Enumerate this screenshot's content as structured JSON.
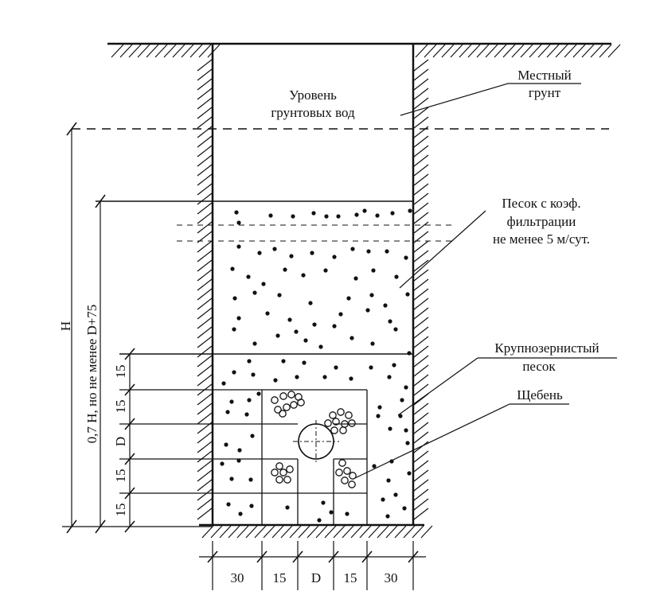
{
  "labels": {
    "groundwater": {
      "line1": "Уровень",
      "line2": "грунтовых вод"
    },
    "native_soil": {
      "line1": "Местный",
      "line2": "грунт"
    },
    "filter_sand": {
      "line1": "Песок с коэф.",
      "line2": "фильтрации",
      "line3": "не менее 5 м/сут."
    },
    "coarse_sand": {
      "line1": "Крупнозернистый",
      "line2": "песок"
    },
    "gravel": {
      "line1": "Щебень"
    }
  },
  "dimensions": {
    "total_height": "H",
    "fill_height": "0,7 H, но не менее D+75",
    "vertical_layers": [
      "15",
      "15",
      "D",
      "15",
      "15"
    ],
    "horizontal_widths": [
      "30",
      "15",
      "D",
      "15",
      "30"
    ]
  },
  "colors": {
    "ink": "#111111",
    "paper": "#ffffff"
  }
}
